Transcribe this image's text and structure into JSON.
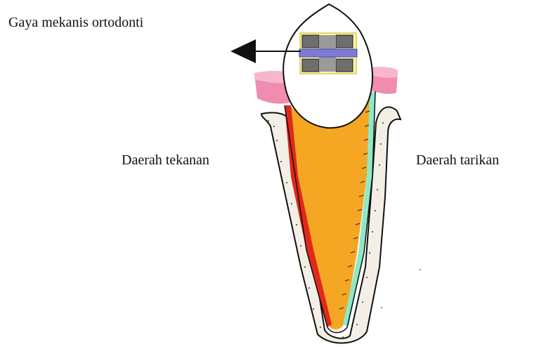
{
  "labels": {
    "force": "Gaya mekanis ortodonti",
    "pressure_area": "Daerah tekanan",
    "tension_area": "Daerah tarikan"
  },
  "colors": {
    "root": "#F5A623",
    "pressure_zone": "#E0281B",
    "tension_zone": "#8EE8C8",
    "gingiva": "#F08CB0",
    "bracket": "#6E6E6E",
    "archwire": "#7B7BD6",
    "outline": "#111111"
  },
  "icons": {
    "force_arrow": "arrow-left-icon",
    "bracket": "orthodontic-bracket-icon",
    "tooth": "tooth-icon"
  }
}
